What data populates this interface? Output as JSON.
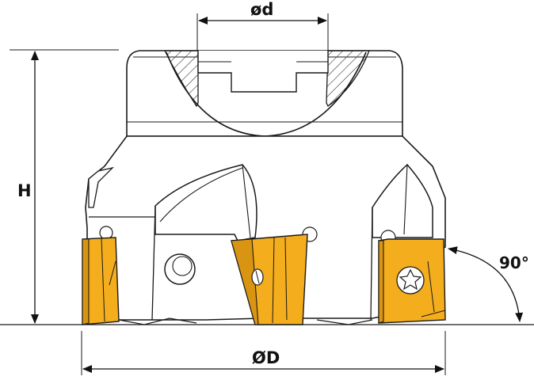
{
  "labels": {
    "bore_diameter": "ød",
    "height": "H",
    "cutter_diameter": "ØD",
    "lead_angle": "90°"
  },
  "colors": {
    "body_fill": "#ffffff",
    "line": "#1a1a1a",
    "insert_fill": "#f4ad1c",
    "insert_shadow": "#d99512",
    "hatch": "#333333"
  },
  "icons": {
    "insert_screw": "torx-screw-icon"
  }
}
